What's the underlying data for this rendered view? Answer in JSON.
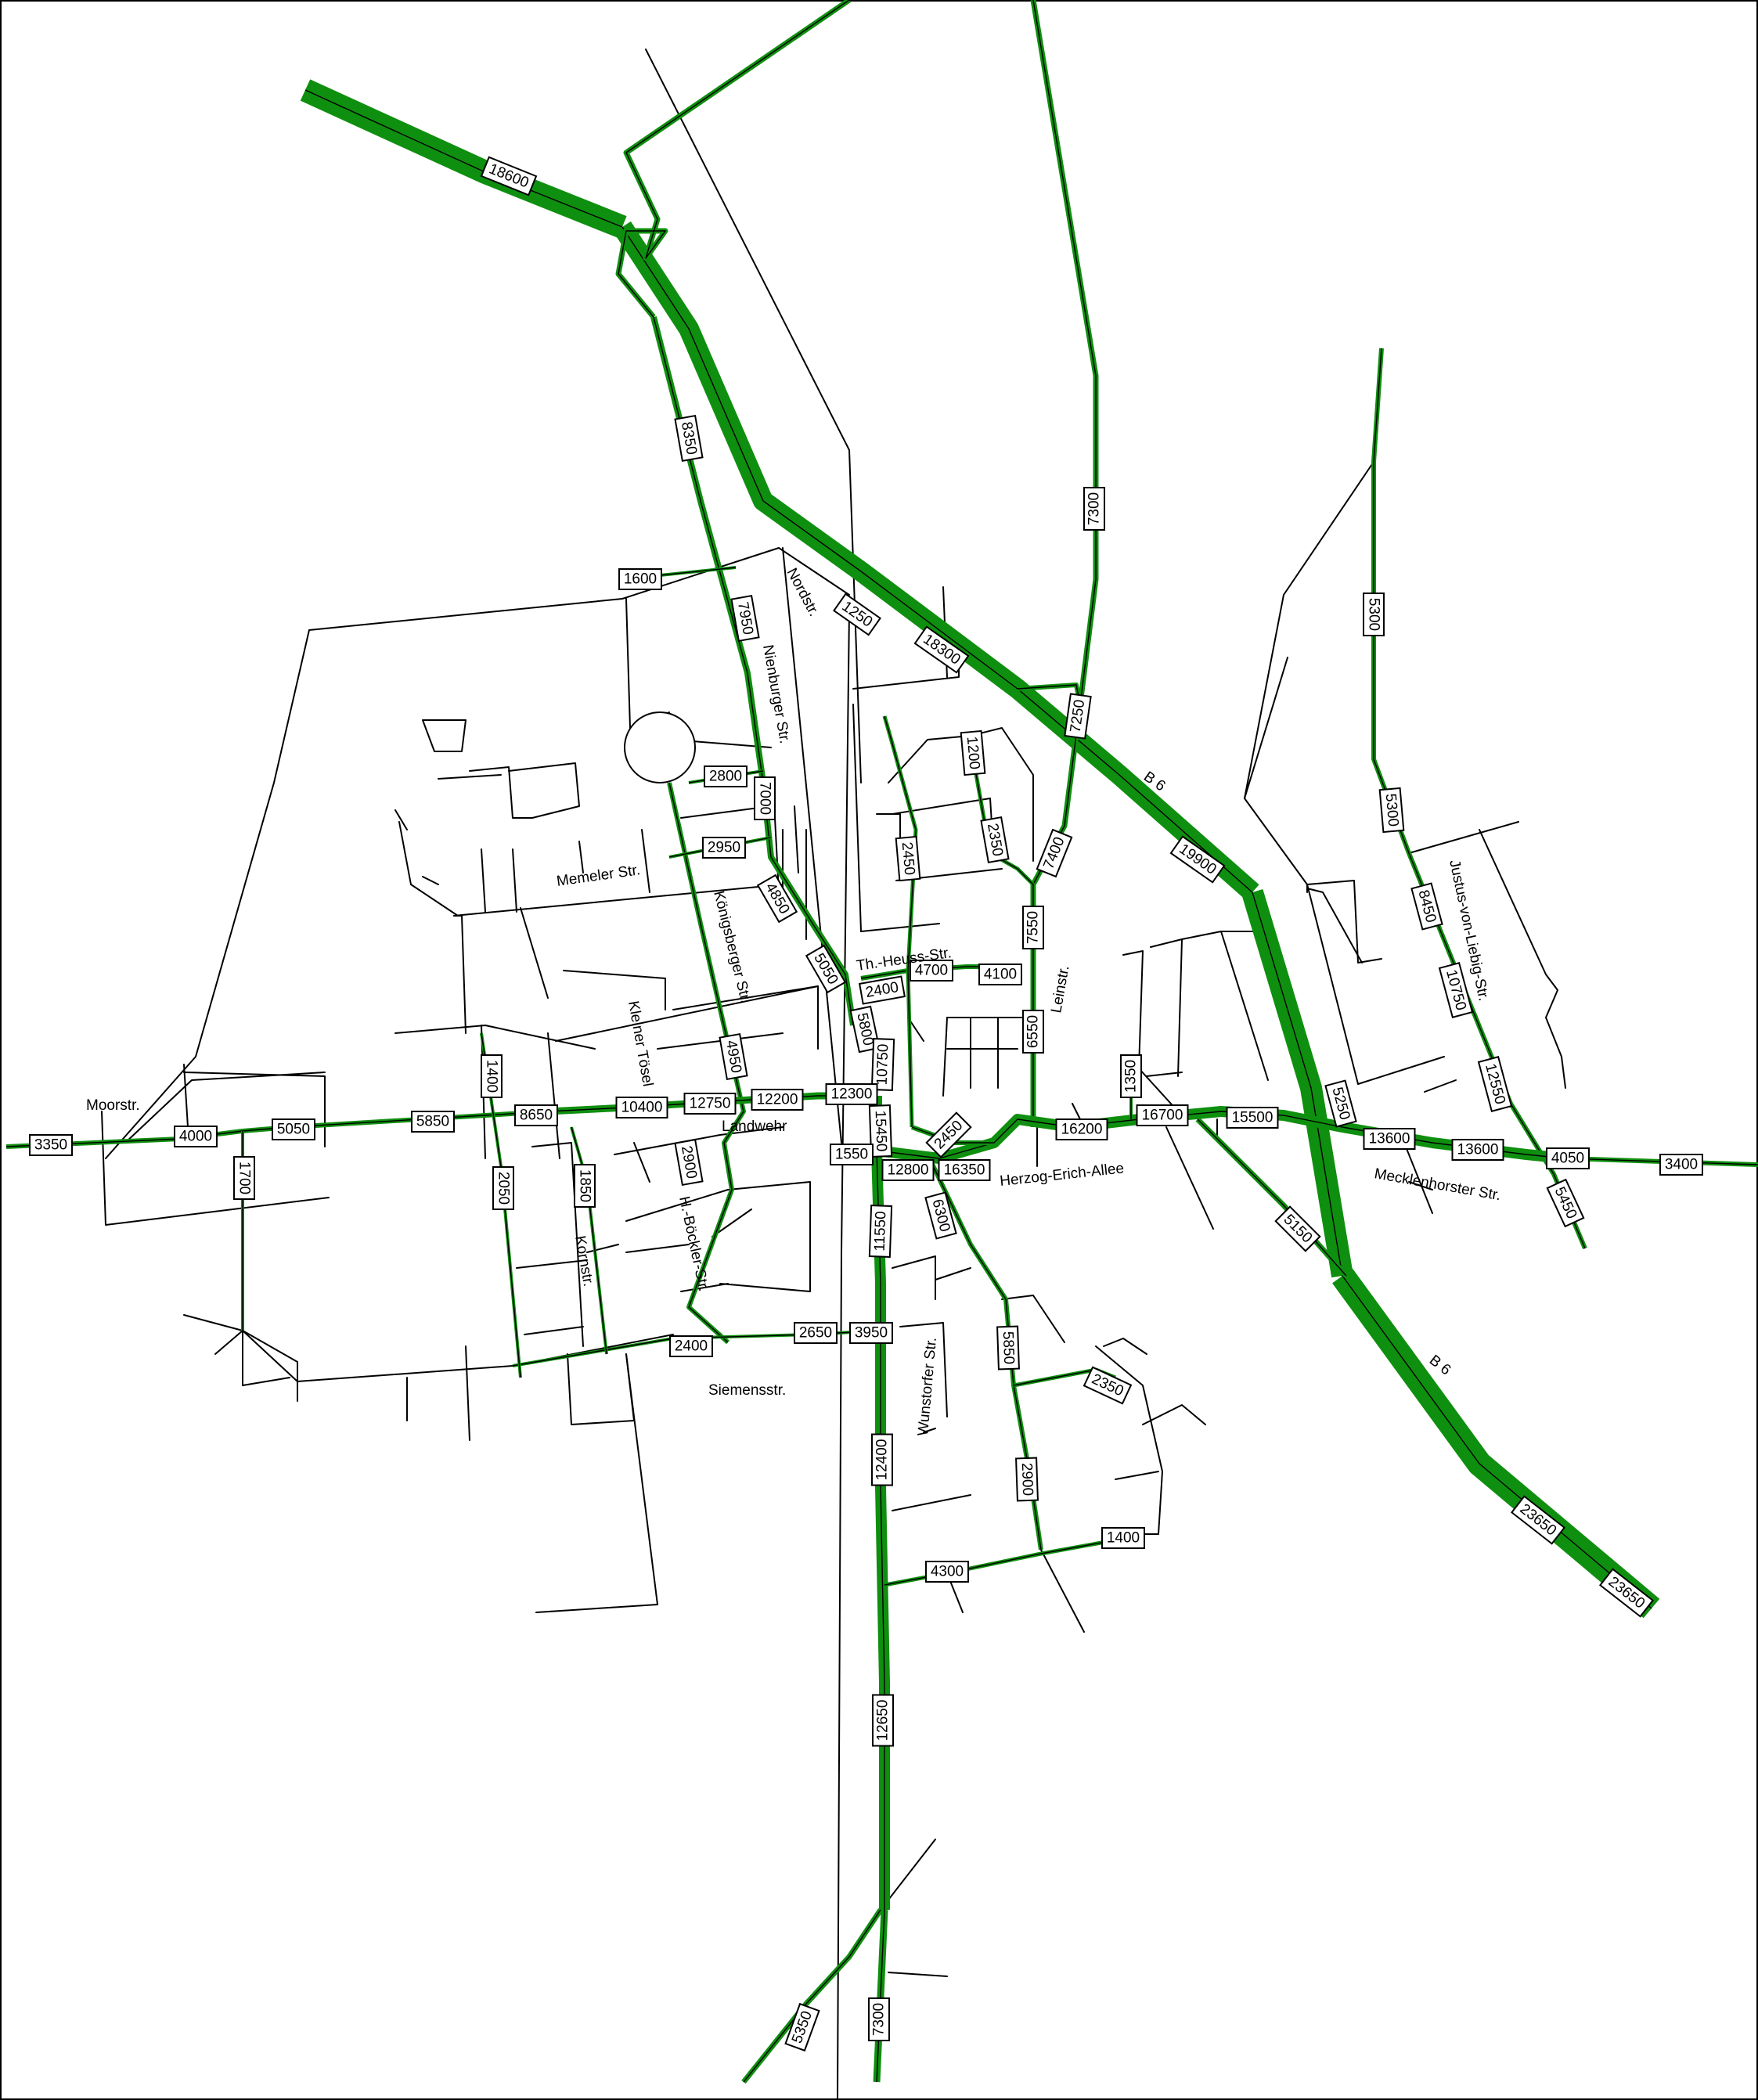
{
  "map": {
    "frame_color": "#000000",
    "flow_color": "#0f8f0f",
    "street_color": "#000000",
    "background": "#ffffff"
  },
  "street_names": {
    "nordstr": "Nordstr.",
    "nienburger": "Nienburger Str.",
    "b6_upper": "B 6",
    "b6_lower": "B 6",
    "memeler": "Memeler Str.",
    "koenigsberger": "Königsberger Str.",
    "heuss": "Th.-Heuss-Str.",
    "leinstr": "Leinstr.",
    "justus": "Justus-von-Liebig-Str.",
    "kleiner_toesel": "Kleiner Tösel",
    "moorstr": "Moorstr.",
    "landwehr": "Landwehr",
    "herzog": "Herzog-Erich-Allee",
    "mecklenhorster": "Mecklenhorster Str.",
    "kornstr": "Kornstr.",
    "boeckler": "H.-Böckler-Str.",
    "wunstorfer": "Wunstorfer Str.",
    "siemensstr": "Siemensstr."
  },
  "volumes": {
    "v_18600": "18600",
    "v_8350": "8350",
    "v_7300_n": "7300",
    "v_5300_a": "5300",
    "v_1600": "1600",
    "v_7950": "7950",
    "v_1250": "1250",
    "v_18300": "18300",
    "v_7250": "7250",
    "v_1200": "1200",
    "v_2800": "2800",
    "v_7000": "7000",
    "v_5300_b": "5300",
    "v_2950": "2950",
    "v_2450_a": "2450",
    "v_2350_a": "2350",
    "v_7400": "7400",
    "v_19900": "19900",
    "v_4850": "4850",
    "v_7550": "7550",
    "v_8450": "8450",
    "v_5050_a": "5050",
    "v_4700": "4700",
    "v_4100": "4100",
    "v_2400_a": "2400",
    "v_10750_a": "10750",
    "v_5800": "5800",
    "v_6550": "6550",
    "v_4950": "4950",
    "v_10750_b": "10750",
    "v_1400_a": "1400",
    "v_1350": "1350",
    "v_12550": "12550",
    "v_3350": "3350",
    "v_4000": "4000",
    "v_5050_b": "5050",
    "v_5850_a": "5850",
    "v_8650": "8650",
    "v_10400": "10400",
    "v_12750": "12750",
    "v_12200": "12200",
    "v_12300": "12300",
    "v_15450": "15450",
    "v_2450_b": "2450",
    "v_16200": "16200",
    "v_16700": "16700",
    "v_15500": "15500",
    "v_5250": "5250",
    "v_13600_a": "13600",
    "v_13600_b": "13600",
    "v_4050": "4050",
    "v_3400": "3400",
    "v_1700": "1700",
    "v_2050": "2050",
    "v_1850": "1850",
    "v_2900_a": "2900",
    "v_1550": "1550",
    "v_12800": "12800",
    "v_16350": "16350",
    "v_6300": "6300",
    "v_5150": "5150",
    "v_5450": "5450",
    "v_11550": "11550",
    "v_2400_b": "2400",
    "v_2650": "2650",
    "v_3950": "3950",
    "v_5850_b": "5850",
    "v_2350_b": "2350",
    "v_12400": "12400",
    "v_2900_b": "2900",
    "v_1400_b": "1400",
    "v_4300": "4300",
    "v_23650_a": "23650",
    "v_23650_b": "23650",
    "v_12650": "12650",
    "v_5350": "5350",
    "v_7300_s": "7300"
  }
}
